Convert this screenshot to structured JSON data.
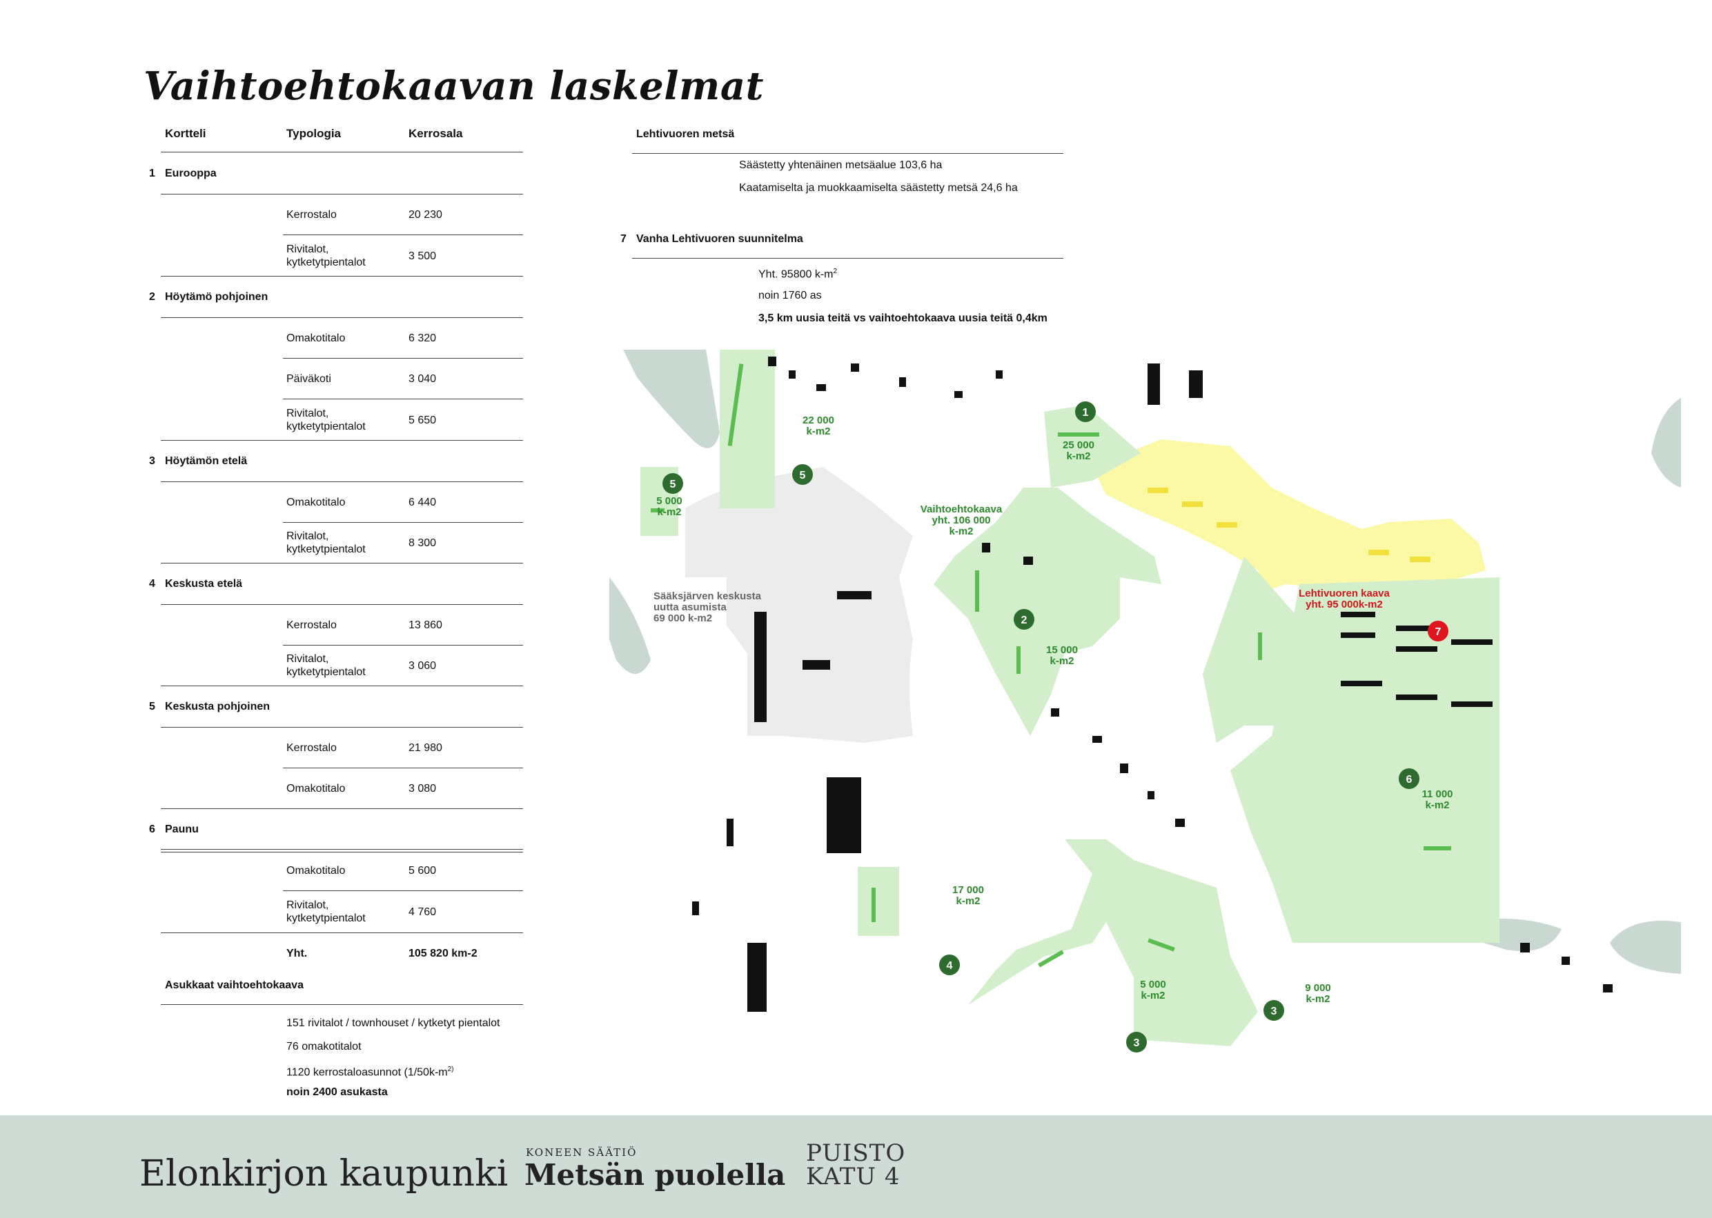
{
  "title": "Vaihtoehtokaavan laskelmat",
  "table": {
    "headers": [
      "Kortteli",
      "Typologia",
      "Kerrosala"
    ],
    "blocks": [
      {
        "num": "1",
        "name": "Eurooppa",
        "rows": [
          {
            "type": "Kerrostalo",
            "area": "20 230"
          },
          {
            "type": "Rivitalot,\nkytketytpientalot",
            "area": "3 500"
          }
        ]
      },
      {
        "num": "2",
        "name": "Höytämö pohjoinen",
        "rows": [
          {
            "type": "Omakotitalo",
            "area": "6 320"
          },
          {
            "type": "Päiväkoti",
            "area": "3 040"
          },
          {
            "type": "Rivitalot,\nkytketytpientalot",
            "area": "5 650"
          }
        ]
      },
      {
        "num": "3",
        "name": "Höytämön etelä",
        "rows": [
          {
            "type": "Omakotitalo",
            "area": "6 440"
          },
          {
            "type": "Rivitalot,\nkytketytpientalot",
            "area": "8 300"
          }
        ]
      },
      {
        "num": "4",
        "name": "Keskusta etelä",
        "rows": [
          {
            "type": "Kerrostalo",
            "area": "13 860"
          },
          {
            "type": "Rivitalot,\nkytketytpientalot",
            "area": "3 060"
          }
        ]
      },
      {
        "num": "5",
        "name": "Keskusta pohjoinen",
        "rows": [
          {
            "type": "Kerrostalo",
            "area": "21 980"
          },
          {
            "type": "Omakotitalo",
            "area": "3 080"
          }
        ]
      },
      {
        "num": "6",
        "name": "Paunu",
        "rows": [
          {
            "type": "Omakotitalo",
            "area": "5 600"
          },
          {
            "type": "Rivitalot,\nkytketytpientalot",
            "area": "4 760"
          }
        ]
      }
    ],
    "total_label": "Yht.",
    "total_value": "105 820 km-2"
  },
  "residents": {
    "title": "Asukkaat vaihtoehtokaava",
    "lines": [
      "151  rivitalot / townhouset / kytketyt pientalot",
      "76  omakotitalot",
      "1120 kerrostaloasunnot (1/50k-m",
      "noin 2400 asukasta"
    ],
    "sup": "2)"
  },
  "forest": {
    "title": "Lehtivuoren metsä",
    "line1": "Säästetty yhtenäinen metsäalue  103,6 ha",
    "line2": "Kaatamiselta ja muokkaamiselta säästetty metsä 24,6 ha"
  },
  "old_plan": {
    "num": "7",
    "title": "Vanha Lehtivuoren suunnitelma",
    "line1": "Yht. 95800 k-m",
    "line1_sup": "2",
    "line2": "noin 1760 as",
    "line3": "3,5 km uusia teitä  vs vaihtoehtokaava uusia teitä 0,4km"
  },
  "map": {
    "center_label": [
      "Sääksjärven keskusta",
      "uutta asumista",
      "69 000 k-m2"
    ],
    "alt_label": [
      "Vaihtoehtokaava",
      "yht. 106 000",
      "k-m2"
    ],
    "lehti_label": [
      "Lehtivuoren kaava",
      "yht. 95 000k-m2"
    ],
    "areas": [
      {
        "num": "1",
        "l1": "25 000",
        "l2": "k-m2"
      },
      {
        "num": "2",
        "l1": "15 000",
        "l2": "k-m2"
      },
      {
        "num": "3",
        "l1": "5 000",
        "l2": "k-m2"
      },
      {
        "num": "3",
        "l1": "9 000",
        "l2": "k-m2"
      },
      {
        "num": "4",
        "l1": "17 000",
        "l2": "k-m2"
      },
      {
        "num": "5",
        "l1": "22 000",
        "l2": "k-m2"
      },
      {
        "num": "5",
        "l1": "5 000",
        "l2": "k-m2"
      },
      {
        "num": "6",
        "l1": "11 000",
        "l2": "k-m2"
      },
      {
        "num": "7",
        "l1": "",
        "l2": ""
      }
    ],
    "colors": {
      "water": "#c9d9d1",
      "green": "#d3eecb",
      "yellow": "#fbf8a6",
      "gray": "#ececec",
      "marker_green": "#2e6b2e",
      "marker_red": "#e0161f",
      "label_green": "#2d8a2d",
      "label_red": "#d0161c"
    }
  },
  "footer": {
    "brand1": "Elonkirjon kaupunki",
    "foundation_small": "KONEEN SÄÄTIÖ",
    "brand2": "Metsän puolella",
    "brand3_l1": "PUISTO",
    "brand3_l2": "KATU 4"
  }
}
